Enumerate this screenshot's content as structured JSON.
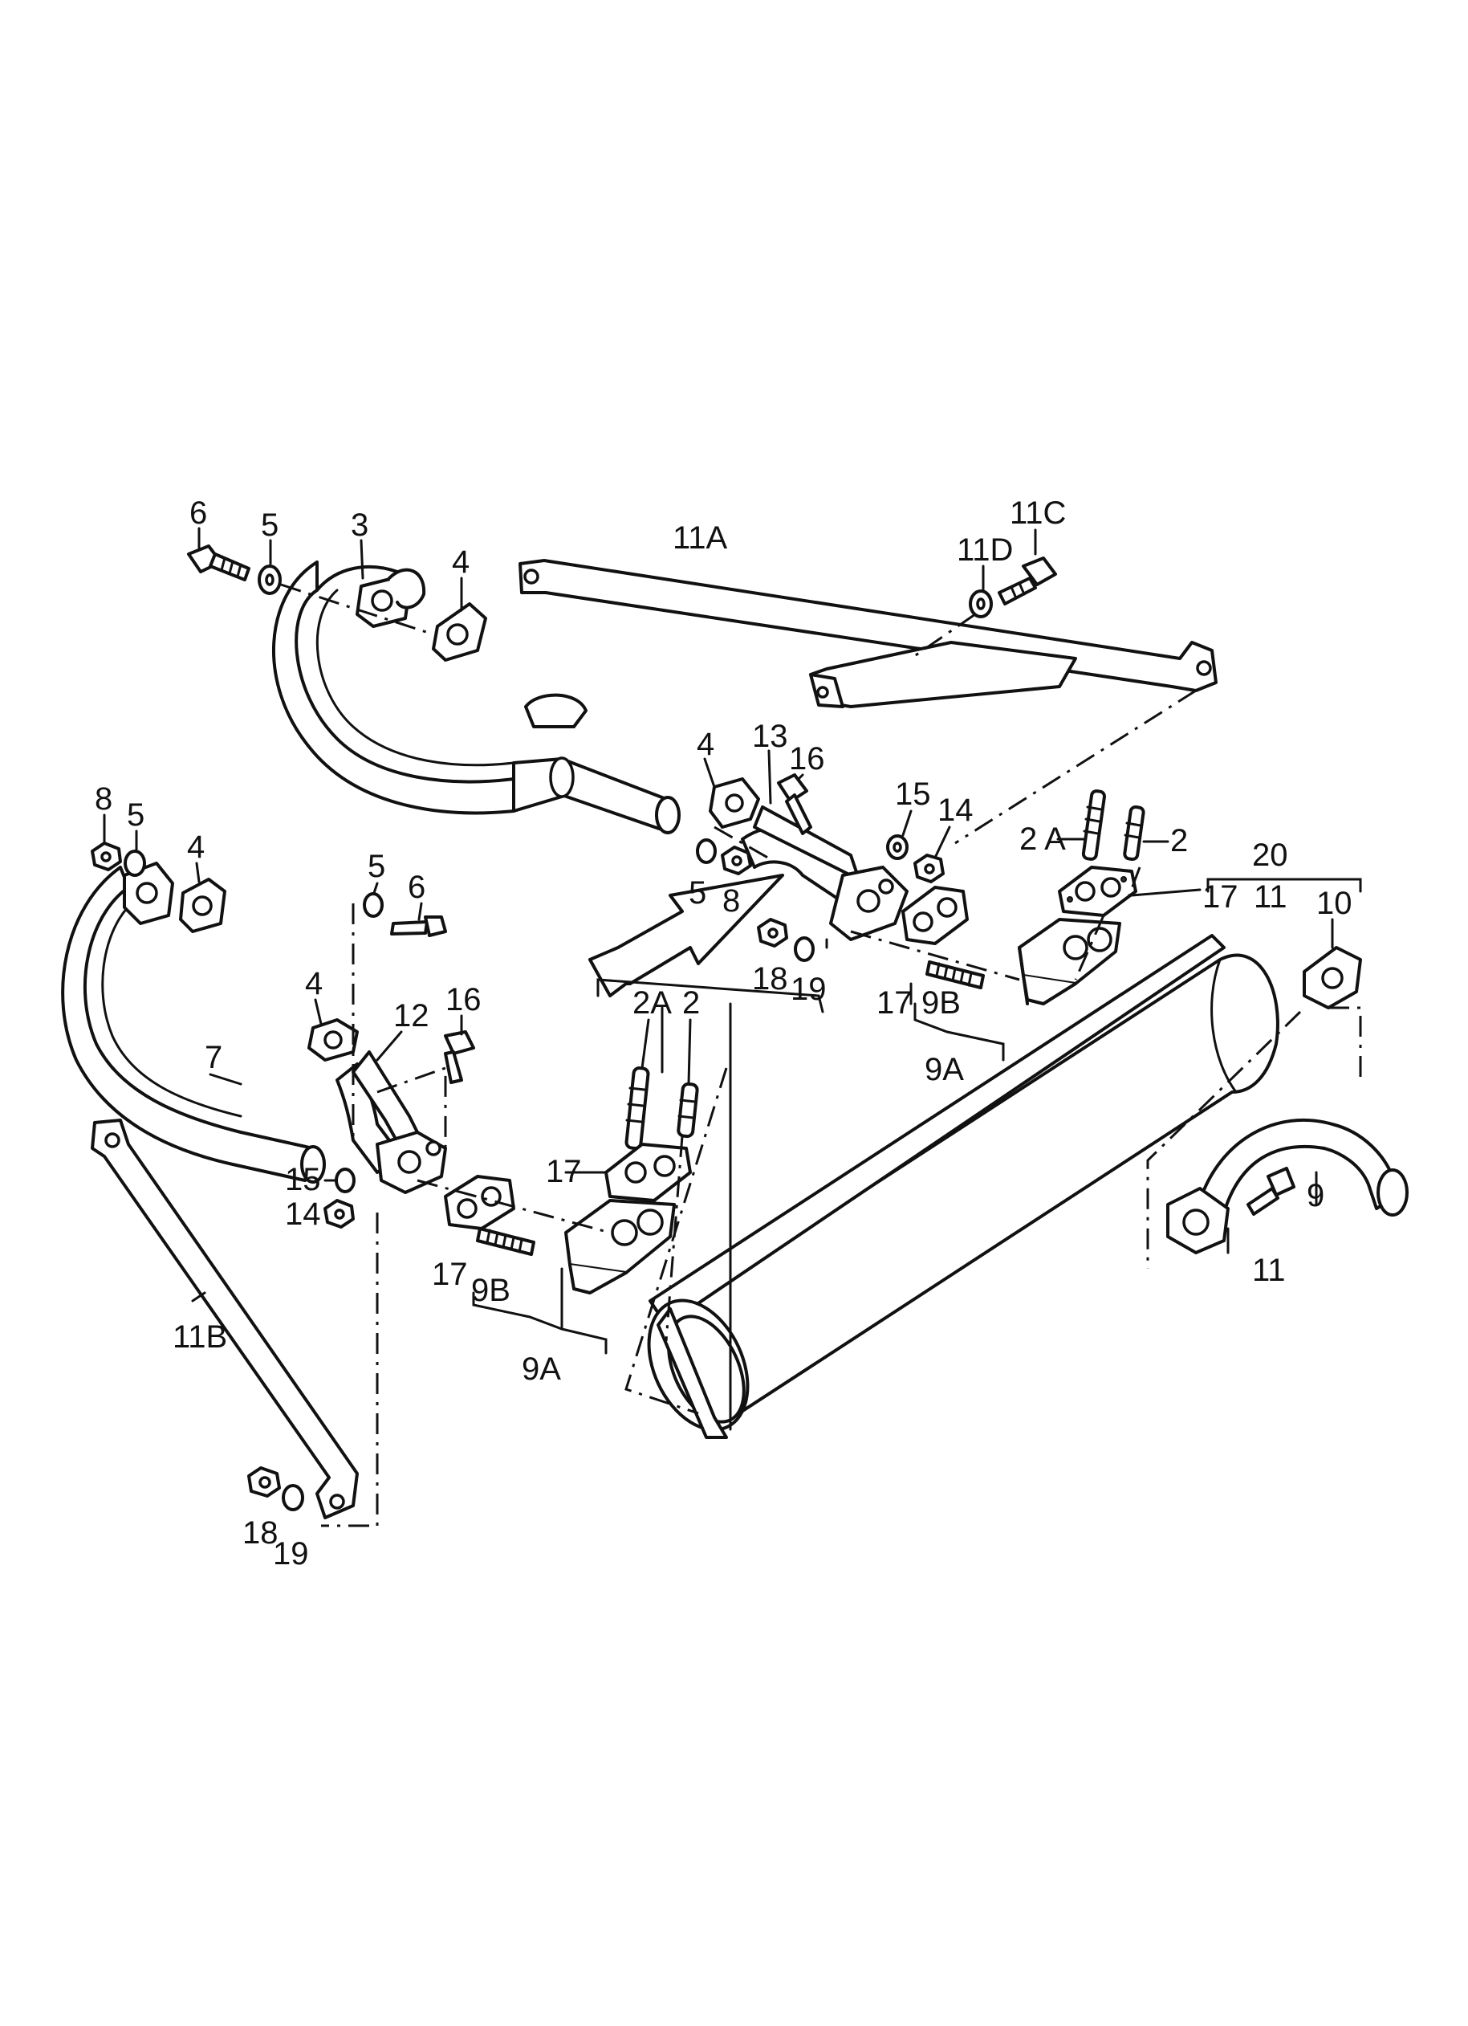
{
  "callouts": {
    "c_6_top": "6",
    "c_5_top": "5",
    "c_3": "3",
    "c_4_top": "4",
    "c_11A": "11A",
    "c_11C": "11C",
    "c_11D": "11D",
    "c_4_mid": "4",
    "c_13": "13",
    "c_16_right": "16",
    "c_15_right": "15",
    "c_14_right": "14",
    "c_2A_right": "2 A",
    "c_2_right": "2",
    "c_20": "20",
    "c_17_right_group": "17",
    "c_11_group": "11",
    "c_10": "10",
    "c_5_arrow": "5",
    "c_8_arrow": "8",
    "c_18_mid": "18",
    "c_19_mid": "19",
    "c_17_right_low": "17",
    "c_9B_right": "9B",
    "c_9A_right": "9A",
    "c_8_left": "8",
    "c_5_left": "5",
    "c_4_left": "4",
    "c_5_left2": "5",
    "c_6_left": "6",
    "c_4_left2": "4",
    "c_12": "12",
    "c_16_left": "16",
    "c_2A_left": "2A",
    "c_2_left": "2",
    "c_7": "7",
    "c_17_left_group": "17",
    "c_15_left": "15",
    "c_14_left": "14",
    "c_17_left_low": "17",
    "c_9B_left": "9B",
    "c_9A_left": "9A",
    "c_11B": "11B",
    "c_18_bottom": "18",
    "c_19_bottom": "19",
    "c_9": "9",
    "c_11_bottom": "11"
  }
}
